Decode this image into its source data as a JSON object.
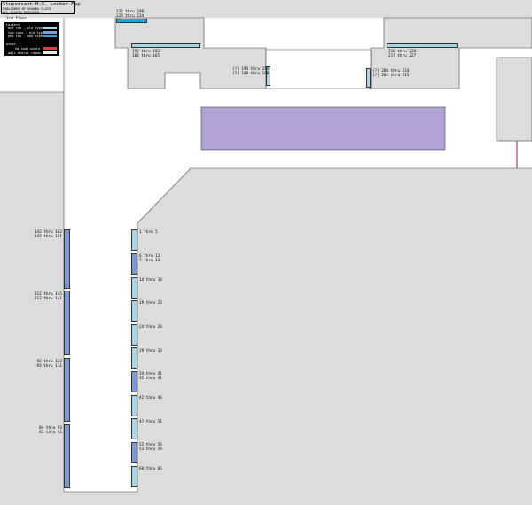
{
  "title_box": {
    "title": "Stuyvesant H.S. Locker Map",
    "credit": "PUBLISHED BY SHAWNS CLUTH",
    "rights": "ALL RIGHTS RESERVED"
  },
  "floor_label": "3rd floor",
  "legend": {
    "lockers_heading": "Lockers",
    "items": [
      {
        "label": "one row - old type",
        "color": "#a8d4e6"
      },
      {
        "label": "two rows - old type",
        "color": "#7a9ccc"
      },
      {
        "label": "one row - new type",
        "color": "#1fa7db"
      }
    ],
    "other_heading": "Other",
    "other_items": [
      {
        "label": "hallway doors",
        "color": "#e03c3c"
      },
      {
        "label": "wall and/or rooms",
        "color": "#e8e8e8"
      }
    ]
  },
  "colors": {
    "one_row_old": "#a8d4e6",
    "two_rows_old": "#7a9ccc",
    "one_row_new": "#1fa7db",
    "room": "#b3a3d4",
    "door": "#c23b3b",
    "hall": "#ffffff",
    "wall": "#dcdcdc"
  },
  "labels": {
    "top_new": "235 thru 240\n229 thru 234",
    "top_left": "192 thru 182\n183 thru 165",
    "mid_left": "(?) 194 thru 195\n(?) 189 thru 190",
    "mid_right": "(?) 200 thru 214\n(?) 201 thru 215",
    "top_right": "216 thru 228\n217 thru 227",
    "w1": "142 thru 162\n143 thru 161",
    "w2": "112 thru 145\n113 thru 141",
    "w3": "92 thru 122\n93 thru 111",
    "w4": "84 thru 93\n85 thru 91",
    "e1": "1 thru 5",
    "e2": "6 thru 12\n7 thru 13",
    "e3": "14 thru 18",
    "e4": "19 thru 23",
    "e5": "24 thru 28",
    "e6": "29 thru 33",
    "e7": "34 thru 41\n35 thru 41",
    "e8": "42 thru 46",
    "e9": "47 thru 51",
    "e10": "52 thru 56\n53 thru 59",
    "e11": "60 thru 65"
  }
}
